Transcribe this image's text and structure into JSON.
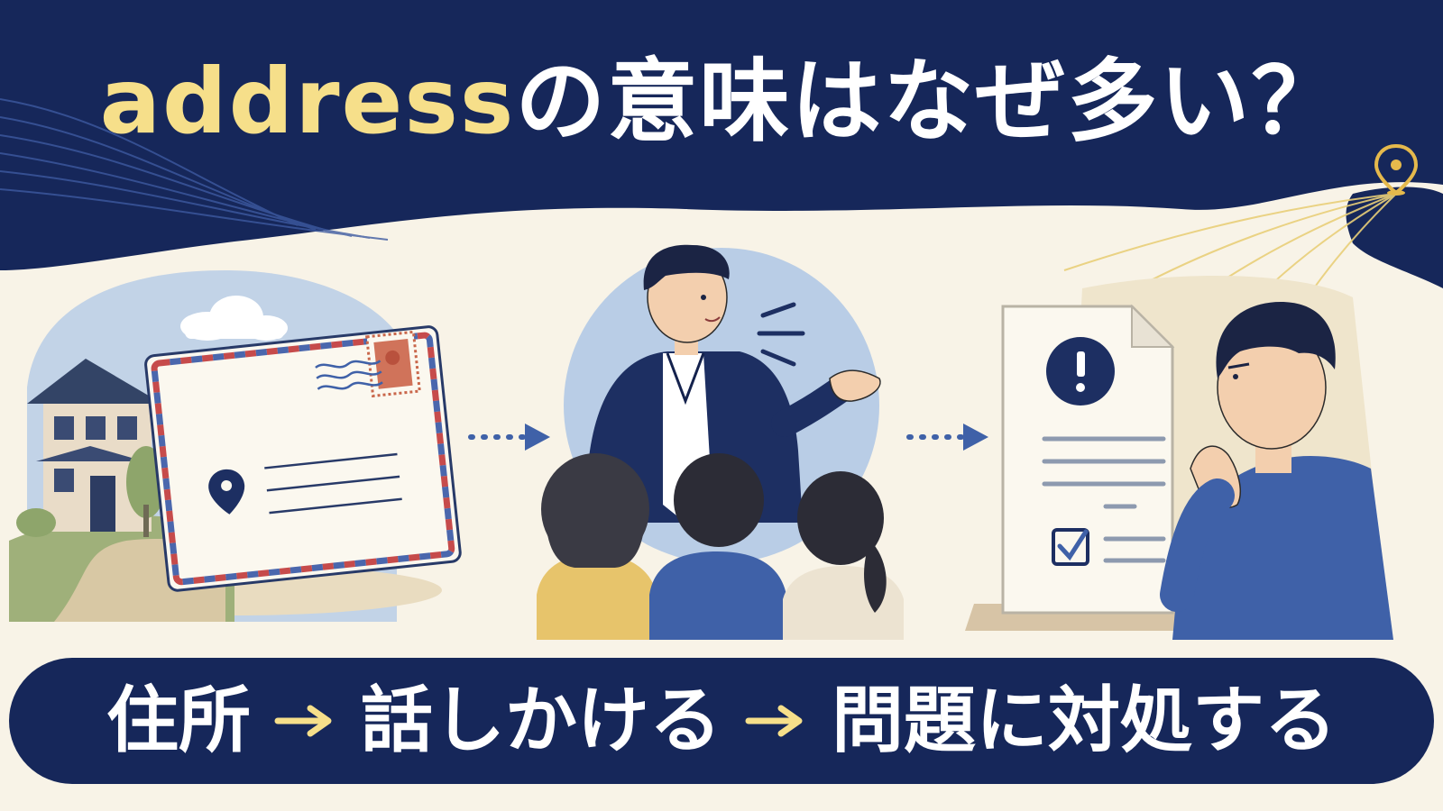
{
  "title": {
    "english_word": "address",
    "japanese_text": "の意味はなぜ多い？"
  },
  "flow": {
    "steps": [
      "住所",
      "話しかける",
      "問題に対処する"
    ]
  },
  "colors": {
    "navy": "#16275a",
    "cream": "#f8f3e7",
    "gold": "#f6df8a",
    "accent_blue": "#3f61a8"
  },
  "icons": [
    "map-pin-icon",
    "stamp-icon",
    "exclamation-icon",
    "checkbox-icon",
    "arrow-right-icon"
  ]
}
